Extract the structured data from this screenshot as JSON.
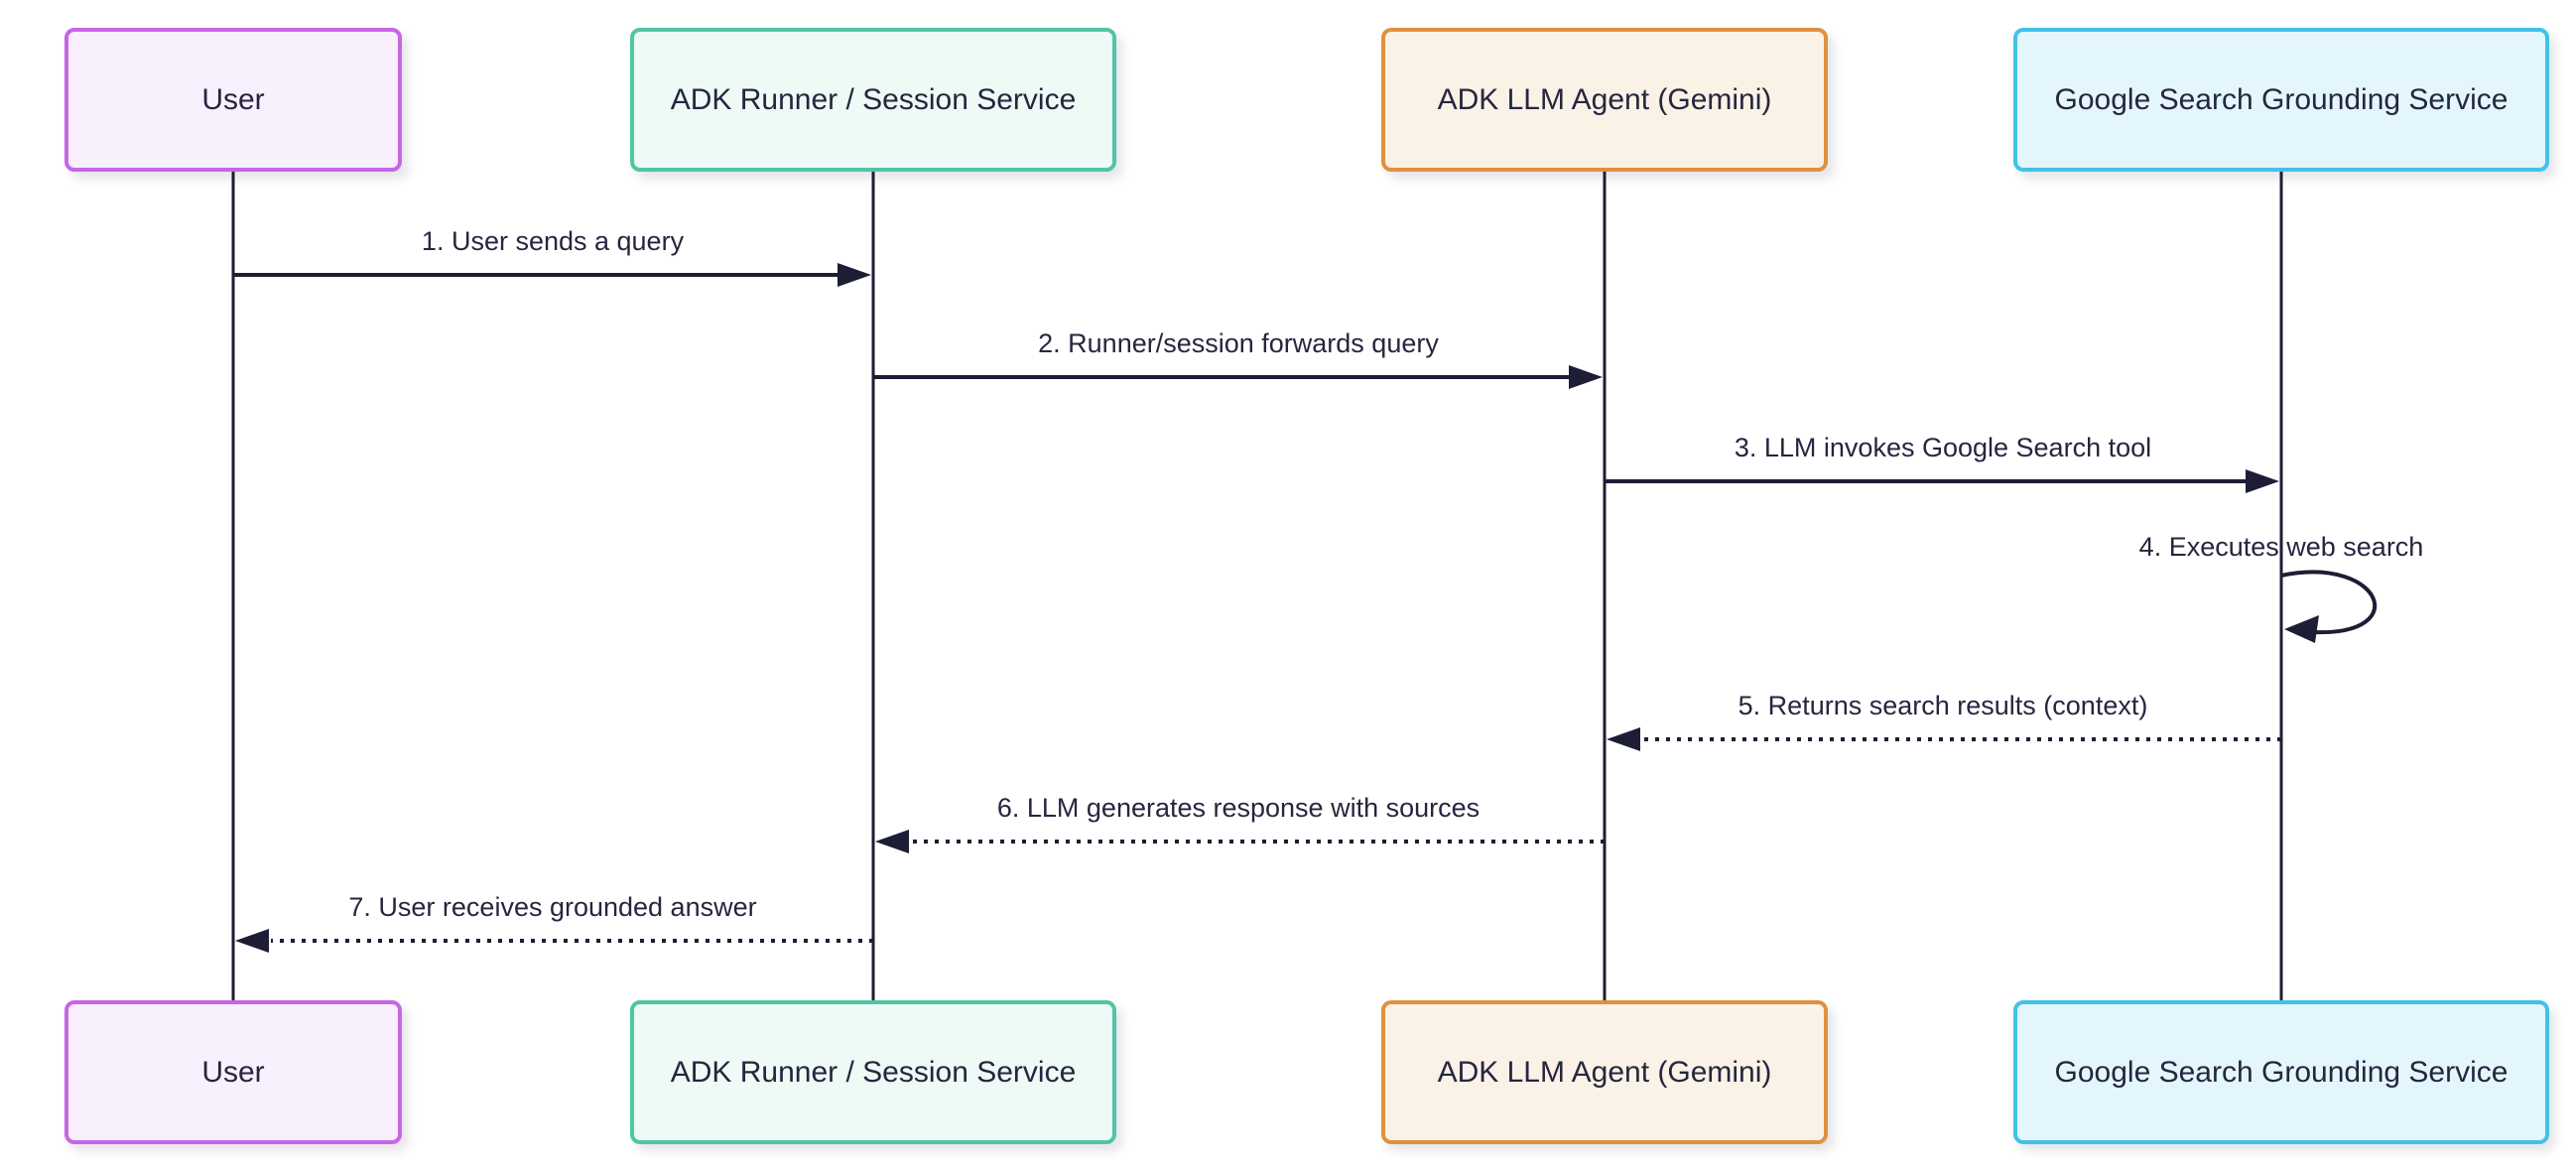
{
  "diagram": {
    "type": "sequence",
    "background_color": "#ffffff",
    "line_color": "#1d1d35",
    "text_color": "#26263f"
  },
  "participants": {
    "user": {
      "label": "User",
      "border": "#c964e8",
      "fill": "#f8f0fd"
    },
    "runner": {
      "label": "ADK Runner / Session Service",
      "border": "#50c5a5",
      "fill": "#eefaf5"
    },
    "llm": {
      "label": "ADK LLM Agent (Gemini)",
      "border": "#e0913f",
      "fill": "#faf2e6"
    },
    "google": {
      "label": "Google Search Grounding Service",
      "border": "#42c2e8",
      "fill": "#e3f6fc"
    }
  },
  "messages": [
    {
      "text": "1. User sends a query",
      "from": "user",
      "to": "runner",
      "line": "solid"
    },
    {
      "text": "2. Runner/session forwards query",
      "from": "runner",
      "to": "llm",
      "line": "solid"
    },
    {
      "text": "3. LLM invokes Google Search tool",
      "from": "llm",
      "to": "google",
      "line": "solid"
    },
    {
      "text": "4. Executes web search",
      "from": "google",
      "to": "google",
      "line": "self-loop"
    },
    {
      "text": "5. Returns search results (context)",
      "from": "google",
      "to": "llm",
      "line": "dotted"
    },
    {
      "text": "6. LLM generates response with sources",
      "from": "llm",
      "to": "runner",
      "line": "dotted"
    },
    {
      "text": "7. User receives grounded answer",
      "from": "runner",
      "to": "user",
      "line": "dotted"
    }
  ]
}
